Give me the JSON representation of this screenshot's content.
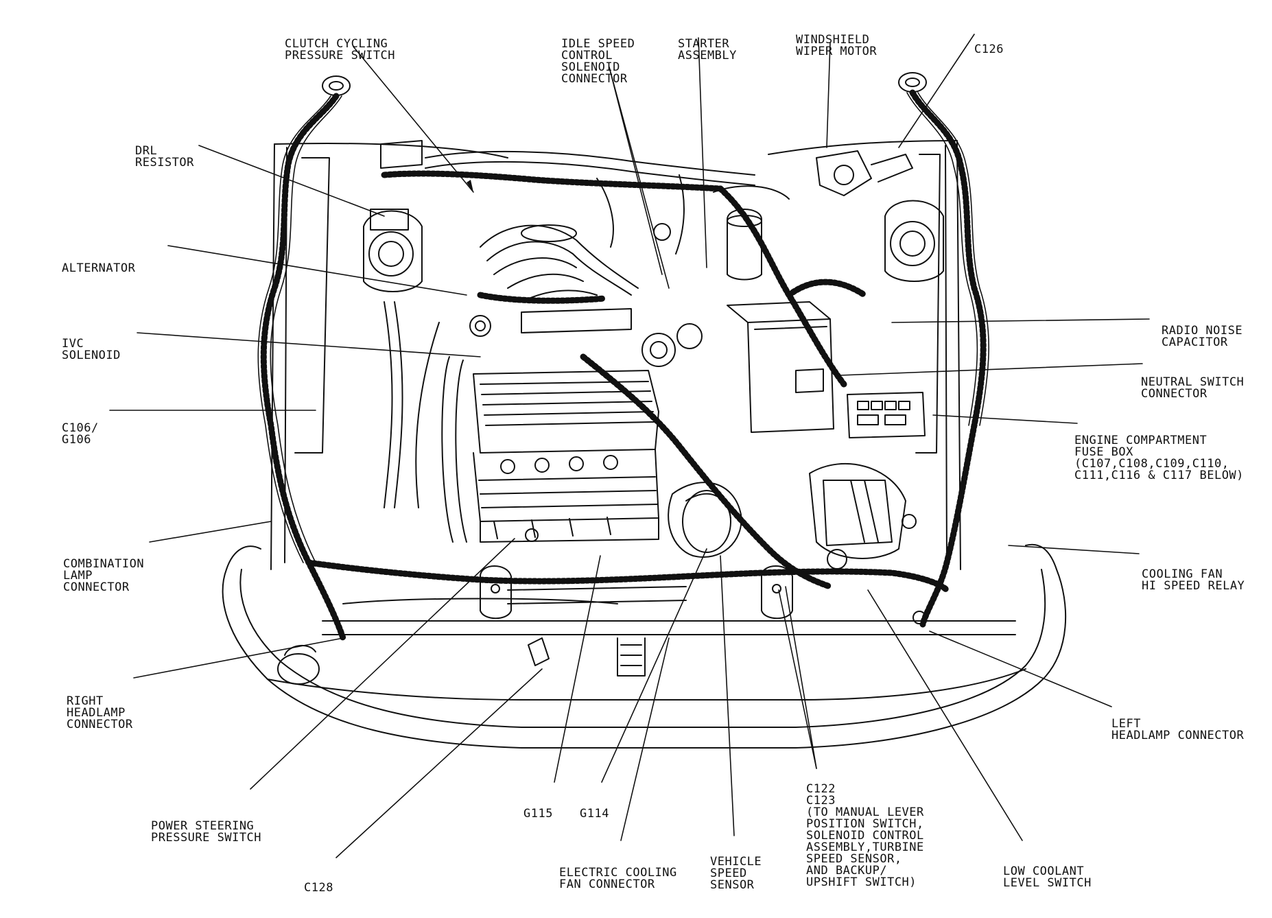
{
  "callouts": {
    "clutch_cycling": [
      "CLUTCH CYCLING",
      "PRESSURE SWITCH"
    ],
    "idle_speed": [
      "IDLE SPEED",
      "CONTROL",
      "SOLENOID",
      "CONNECTOR"
    ],
    "starter": [
      "STARTER",
      "ASSEMBLY"
    ],
    "windshield_wiper": [
      "WINDSHIELD",
      "WIPER MOTOR"
    ],
    "c126": [
      "C126"
    ],
    "drl_resistor": [
      "DRL",
      "RESISTOR"
    ],
    "alternator": [
      "ALTERNATOR"
    ],
    "ivc_solenoid": [
      "IVC",
      "SOLENOID"
    ],
    "c106_g106": [
      "C106/",
      "G106"
    ],
    "combination_lamp": [
      "COMBINATION",
      "LAMP",
      "CONNECTOR"
    ],
    "right_headlamp": [
      "RIGHT",
      "HEADLAMP",
      "CONNECTOR"
    ],
    "power_steering": [
      "POWER STEERING",
      "PRESSURE SWITCH"
    ],
    "c128": [
      "C128"
    ],
    "g115": [
      "G115"
    ],
    "g114": [
      "G114"
    ],
    "electric_cooling_fan": [
      "ELECTRIC COOLING",
      "FAN CONNECTOR"
    ],
    "vehicle_speed": [
      "VEHICLE",
      "SPEED",
      "SENSOR"
    ],
    "c122_c123": [
      "C122",
      "C123",
      "(TO MANUAL LEVER",
      "POSITION SWITCH,",
      "SOLENOID CONTROL",
      "ASSEMBLY,TURBINE",
      "SPEED SENSOR,",
      "AND BACKUP/",
      "UPSHIFT SWITCH)"
    ],
    "low_coolant": [
      "LOW COOLANT",
      "LEVEL SWITCH"
    ],
    "left_headlamp": [
      "LEFT",
      "HEADLAMP CONNECTOR"
    ],
    "cooling_fan_relay": [
      "COOLING FAN",
      "HI SPEED RELAY"
    ],
    "fuse_box": [
      "ENGINE COMPARTMENT",
      "FUSE BOX",
      "(C107,C108,C109,C110,",
      "C111,C116 & C117 BELOW)"
    ],
    "neutral_switch": [
      "NEUTRAL SWITCH",
      "CONNECTOR"
    ],
    "radio_noise": [
      "RADIO NOISE",
      "CAPACITOR"
    ]
  }
}
